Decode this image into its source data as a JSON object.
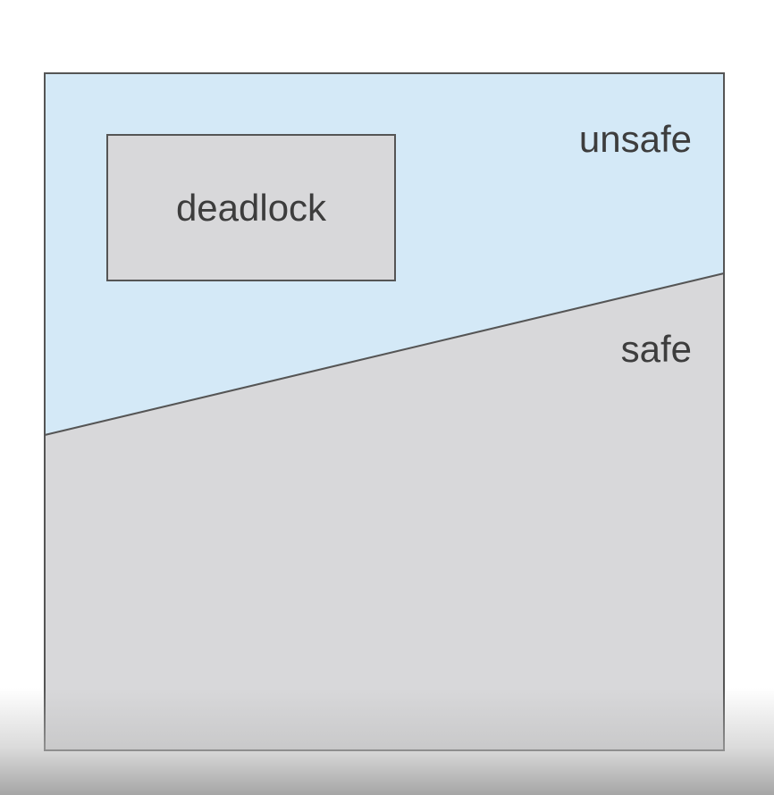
{
  "regions": {
    "unsafe": {
      "label": "unsafe",
      "color": "#d4e9f7"
    },
    "safe": {
      "label": "safe",
      "color": "#d8d8da"
    },
    "deadlock": {
      "label": "deadlock",
      "color": "#d8d8da"
    }
  },
  "colors": {
    "outline": "#555555",
    "text": "#3d3d3d"
  }
}
